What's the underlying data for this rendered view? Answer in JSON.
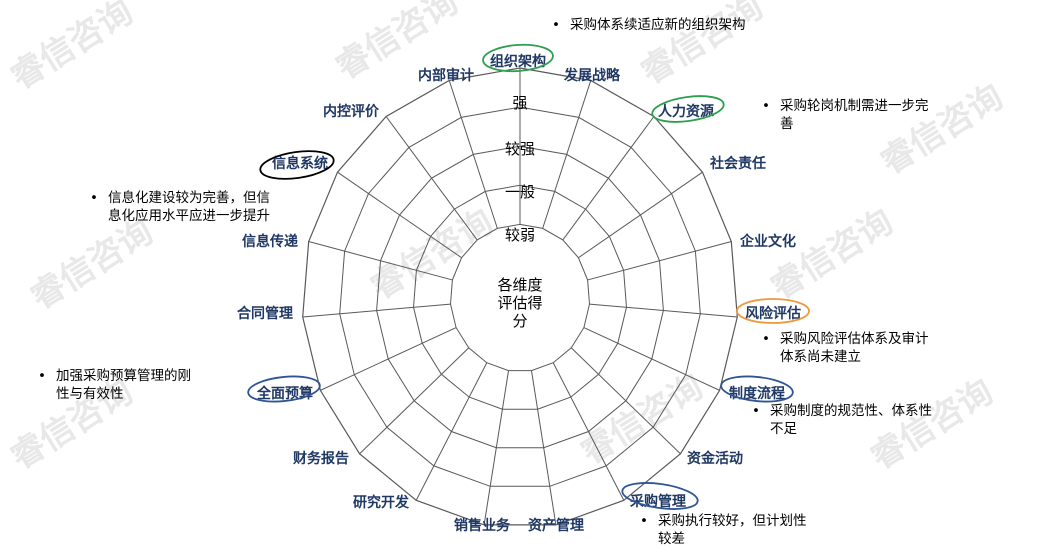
{
  "center_label": [
    "各维度",
    "评估得",
    "分"
  ],
  "levels": [
    "强",
    "较强",
    "一般",
    "较弱"
  ],
  "dimensions": [
    {
      "label": "组织架构",
      "highlight": "green"
    },
    {
      "label": "发展战略"
    },
    {
      "label": "人力资源",
      "highlight": "green"
    },
    {
      "label": "社会责任"
    },
    {
      "label": "企业文化"
    },
    {
      "label": "风险评估",
      "highlight": "orange"
    },
    {
      "label": "制度流程",
      "highlight": "blue"
    },
    {
      "label": "资金活动"
    },
    {
      "label": "采购管理",
      "highlight": "blue"
    },
    {
      "label": "资产管理"
    },
    {
      "label": "销售业务"
    },
    {
      "label": "研究开发"
    },
    {
      "label": "财务报告"
    },
    {
      "label": "全面预算",
      "highlight": "blue"
    },
    {
      "label": "合同管理"
    },
    {
      "label": "信息传递"
    },
    {
      "label": "信息系统",
      "highlight": "black"
    },
    {
      "label": "内控评价"
    },
    {
      "label": "内部审计"
    }
  ],
  "notes": [
    {
      "lines": [
        "采购体系续适应新的组织架构"
      ]
    },
    {
      "lines": [
        "采购轮岗机制需进一步完",
        "善"
      ]
    },
    {
      "lines": [
        "信息化建设较为完善，但信",
        "息化应用水平应进一步提升"
      ]
    },
    {
      "lines": [
        "采购风险评估体系及审计",
        "体系尚未建立"
      ]
    },
    {
      "lines": [
        "采购制度的规范性、体系性",
        "不足"
      ]
    },
    {
      "lines": [
        "加强采购预算管理的刚",
        "性与有效性"
      ]
    },
    {
      "lines": [
        "采购执行较好，但计划性",
        "较差"
      ]
    }
  ],
  "bullet": "•",
  "watermark": "睿信咨询",
  "colors": {
    "dimension_text": "#1f3864",
    "grid_line": "#595959",
    "green": "#2e9e4f",
    "blue": "#2f5597",
    "orange": "#ed9a3b",
    "black": "#000000"
  }
}
